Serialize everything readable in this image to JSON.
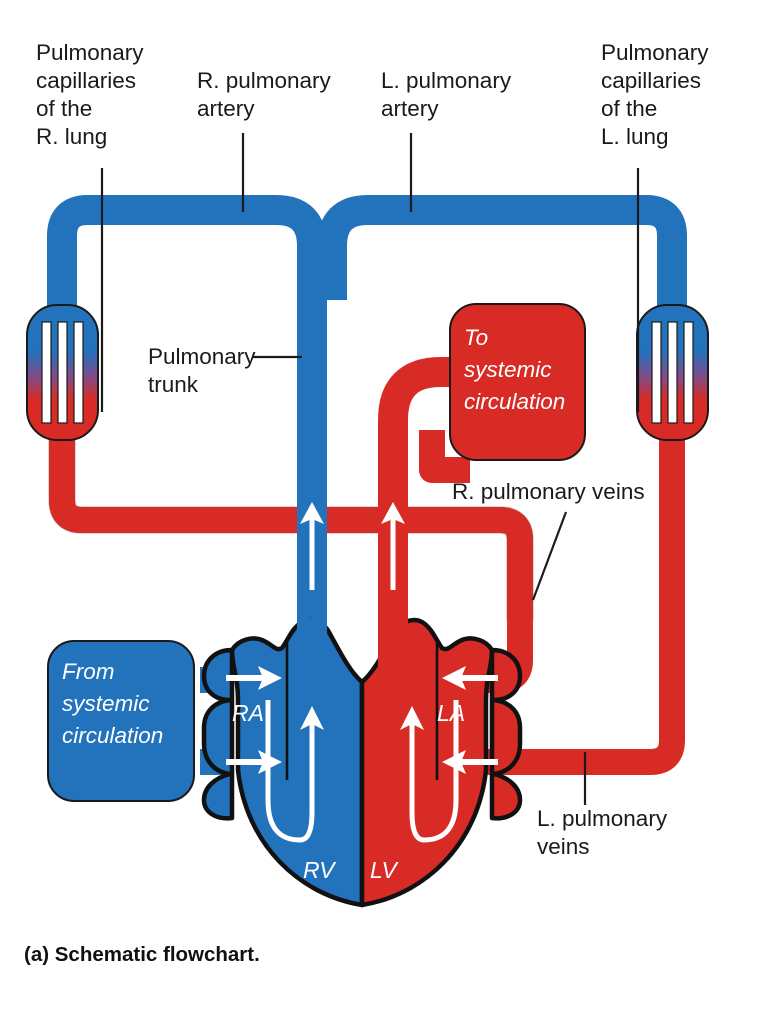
{
  "figure": {
    "caption": "(a) Schematic flowchart.",
    "caption_part_label": "(a)",
    "title": "Schematic flowchart of pulmonary and systemic circulation"
  },
  "colors": {
    "blue_deoxygenated": "#2272BC",
    "red_oxygenated": "#D92B26",
    "outline": "#1a1a1a",
    "heart_outline": "#111111",
    "text": "#1a1a1a",
    "white": "#ffffff",
    "capillary_gradient_top": "#2272BC",
    "capillary_gradient_bottom": "#D92B26"
  },
  "labels": {
    "pulm_cap_right": {
      "lines": [
        "Pulmonary",
        "capillaries",
        "of the",
        "R. lung"
      ],
      "text": "Pulmonary capillaries of the R. lung"
    },
    "r_pulmonary_artery": {
      "lines": [
        "R. pulmonary",
        "artery"
      ],
      "text": "R. pulmonary artery"
    },
    "l_pulmonary_artery": {
      "lines": [
        "L. pulmonary",
        "artery"
      ],
      "text": "L. pulmonary artery"
    },
    "pulm_cap_left": {
      "lines": [
        "Pulmonary",
        "capillaries",
        "of the",
        "L. lung"
      ],
      "text": "Pulmonary capillaries of the L. lung"
    },
    "pulmonary_trunk": {
      "lines": [
        "Pulmonary",
        "trunk"
      ],
      "text": "Pulmonary trunk"
    },
    "r_pulmonary_veins": {
      "lines": [
        "R. pulmonary veins"
      ],
      "text": "R. pulmonary veins"
    },
    "l_pulmonary_veins": {
      "lines": [
        "L. pulmonary",
        "veins"
      ],
      "text": "L. pulmonary veins"
    }
  },
  "boxes": {
    "to_systemic": {
      "lines": [
        "To",
        "systemic",
        "circulation"
      ],
      "text": "To systemic circulation",
      "color": "#D92B26"
    },
    "from_systemic": {
      "lines": [
        "From",
        "systemic",
        "circulation"
      ],
      "text": "From systemic circulation",
      "color": "#2272BC"
    }
  },
  "heart": {
    "chambers": [
      {
        "abbr": "RA",
        "name": "right-atrium",
        "color": "#2272BC"
      },
      {
        "abbr": "RV",
        "name": "right-ventricle",
        "color": "#2272BC"
      },
      {
        "abbr": "LA",
        "name": "left-atrium",
        "color": "#D92B26"
      },
      {
        "abbr": "LV",
        "name": "left-ventricle",
        "color": "#D92B26"
      }
    ]
  },
  "flow_arrows": [
    {
      "name": "ra-inflow-upper",
      "direction": "right",
      "color": "#ffffff"
    },
    {
      "name": "ra-inflow-lower",
      "direction": "right",
      "color": "#ffffff"
    },
    {
      "name": "la-inflow-upper",
      "direction": "left",
      "color": "#ffffff"
    },
    {
      "name": "la-inflow-lower",
      "direction": "left",
      "color": "#ffffff"
    },
    {
      "name": "pulmonary-trunk-up",
      "direction": "up",
      "color": "#ffffff"
    },
    {
      "name": "aorta-up",
      "direction": "up",
      "color": "#ffffff"
    },
    {
      "name": "rv-outflow-up",
      "direction": "up",
      "color": "#ffffff"
    },
    {
      "name": "lv-outflow-up",
      "direction": "up",
      "color": "#ffffff"
    },
    {
      "name": "rv-loop",
      "direction": "u-turn",
      "color": "#ffffff"
    },
    {
      "name": "lv-loop",
      "direction": "u-turn",
      "color": "#ffffff"
    }
  ]
}
